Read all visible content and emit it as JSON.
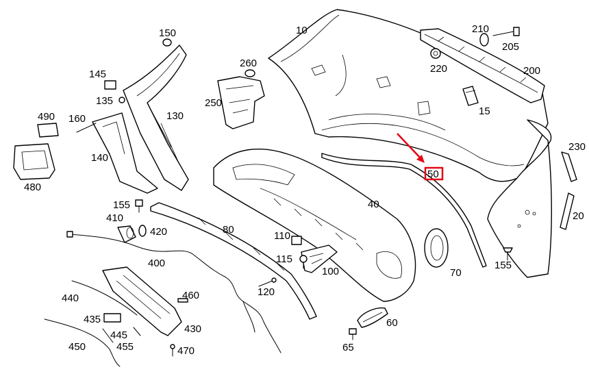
{
  "diagram": {
    "labels": {
      "p10": "10",
      "p20": "20",
      "p40": "40",
      "p50": "50",
      "p60": "60",
      "p65": "65",
      "p70": "70",
      "p80": "80",
      "p100": "100",
      "p110": "110",
      "p115": "115",
      "p120": "120",
      "p130": "130",
      "p135": "135",
      "p140": "140",
      "p145": "145",
      "p150": "150",
      "p155a": "155",
      "p155b": "155",
      "p160": "160",
      "p200": "200",
      "p205": "205",
      "p210": "210",
      "p220": "220",
      "p230": "230",
      "p250": "250",
      "p260": "260",
      "p400": "400",
      "p410": "410",
      "p420": "420",
      "p430": "430",
      "p435": "435",
      "p440": "440",
      "p445": "445",
      "p450": "450",
      "p455": "455",
      "p460": "460",
      "p470": "470",
      "p480": "480",
      "p490": "490",
      "p15": "15"
    },
    "highlighted_part": "50",
    "colors": {
      "highlight": "#e30613",
      "line": "#000000",
      "background": "#ffffff"
    }
  }
}
